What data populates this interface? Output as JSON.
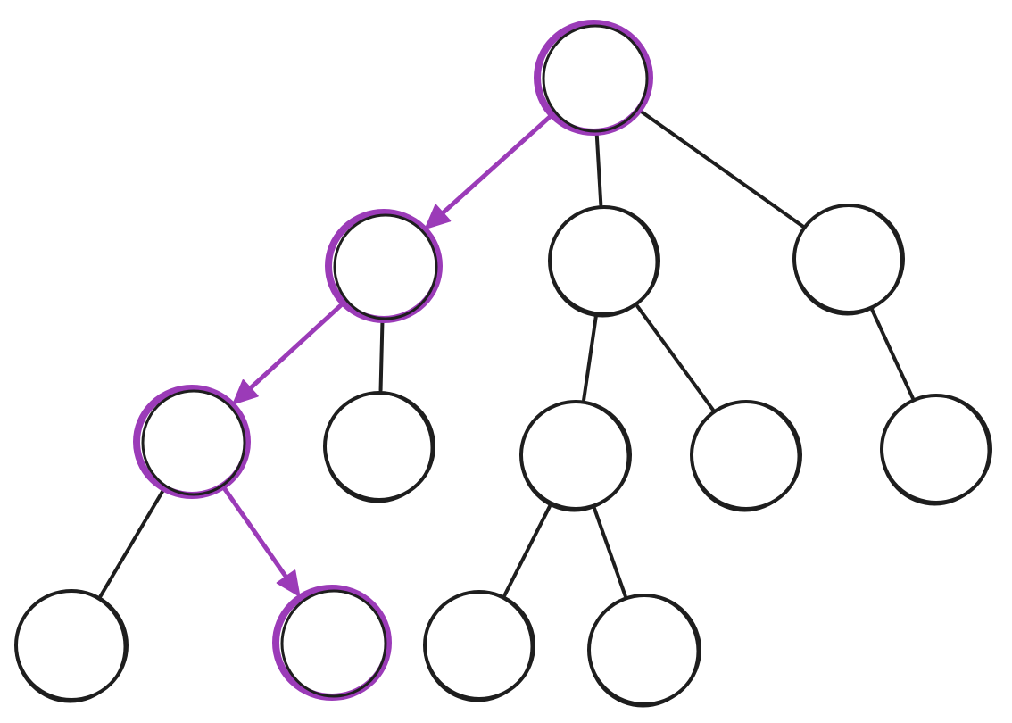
{
  "diagram": {
    "kind": "tree",
    "node_labels": [],
    "colors": {
      "ink": "#1e1e1e",
      "highlight": "#9b3bb8",
      "background": "#ffffff"
    },
    "nodes": [
      {
        "id": "root",
        "highlighted": true
      },
      {
        "id": "a",
        "highlighted": true
      },
      {
        "id": "b",
        "highlighted": false
      },
      {
        "id": "c",
        "highlighted": false
      },
      {
        "id": "a1",
        "highlighted": true
      },
      {
        "id": "a2",
        "highlighted": false
      },
      {
        "id": "b1",
        "highlighted": false
      },
      {
        "id": "b2",
        "highlighted": false
      },
      {
        "id": "c1",
        "highlighted": false
      },
      {
        "id": "a1x",
        "highlighted": false
      },
      {
        "id": "a1y",
        "highlighted": true
      },
      {
        "id": "b1x",
        "highlighted": false
      },
      {
        "id": "b1y",
        "highlighted": false
      }
    ],
    "edges": [
      {
        "from": "root",
        "to": "a",
        "highlighted": true,
        "directed": true
      },
      {
        "from": "root",
        "to": "b",
        "highlighted": false,
        "directed": false
      },
      {
        "from": "root",
        "to": "c",
        "highlighted": false,
        "directed": false
      },
      {
        "from": "a",
        "to": "a1",
        "highlighted": true,
        "directed": true
      },
      {
        "from": "a",
        "to": "a2",
        "highlighted": false,
        "directed": false
      },
      {
        "from": "b",
        "to": "b1",
        "highlighted": false,
        "directed": false
      },
      {
        "from": "b",
        "to": "b2",
        "highlighted": false,
        "directed": false
      },
      {
        "from": "c",
        "to": "c1",
        "highlighted": false,
        "directed": false
      },
      {
        "from": "a1",
        "to": "a1x",
        "highlighted": false,
        "directed": false
      },
      {
        "from": "a1",
        "to": "a1y",
        "highlighted": true,
        "directed": true
      },
      {
        "from": "b1",
        "to": "b1x",
        "highlighted": false,
        "directed": false
      },
      {
        "from": "b1",
        "to": "b1y",
        "highlighted": false,
        "directed": false
      }
    ]
  }
}
